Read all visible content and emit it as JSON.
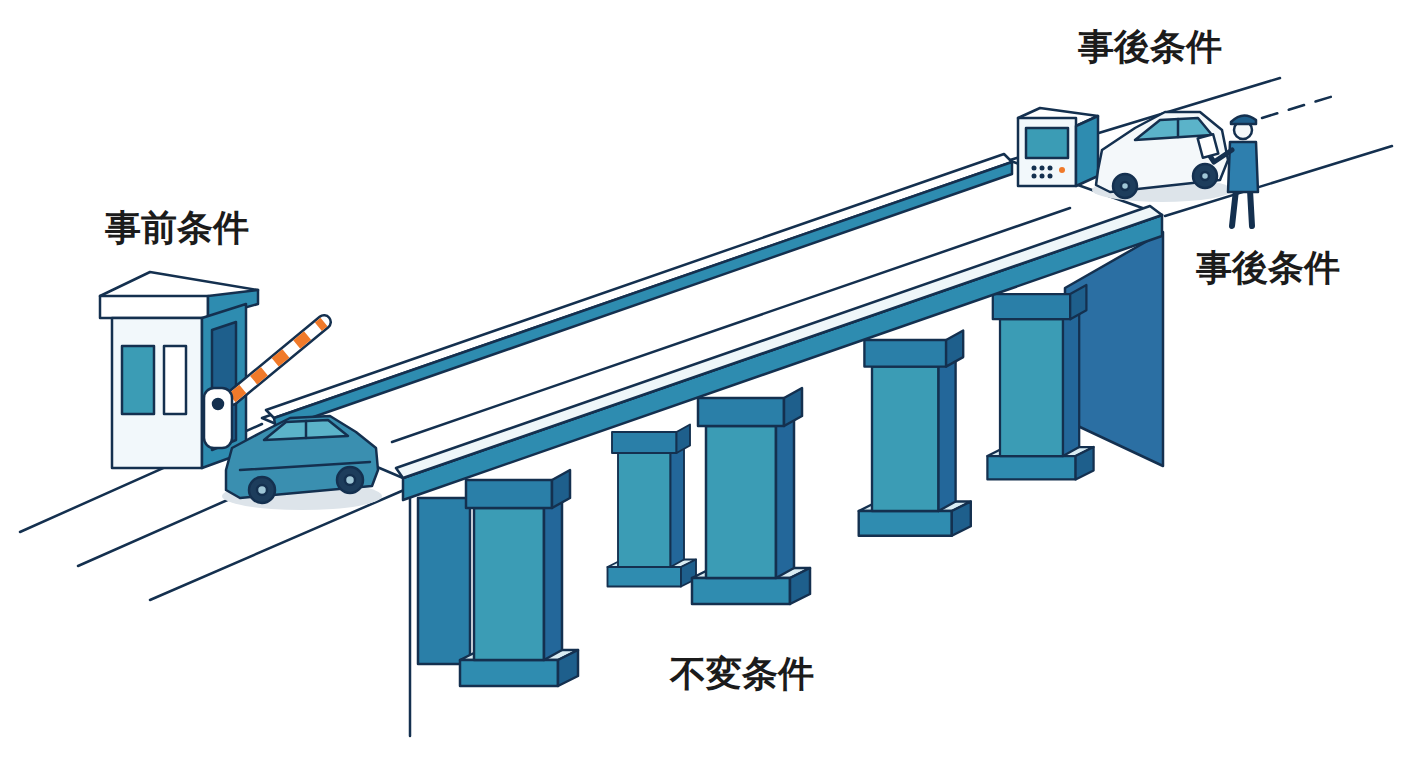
{
  "diagram": {
    "labels": [
      "事後条件",
      "事前条件",
      "事後条件",
      "不変条件"
    ]
  }
}
